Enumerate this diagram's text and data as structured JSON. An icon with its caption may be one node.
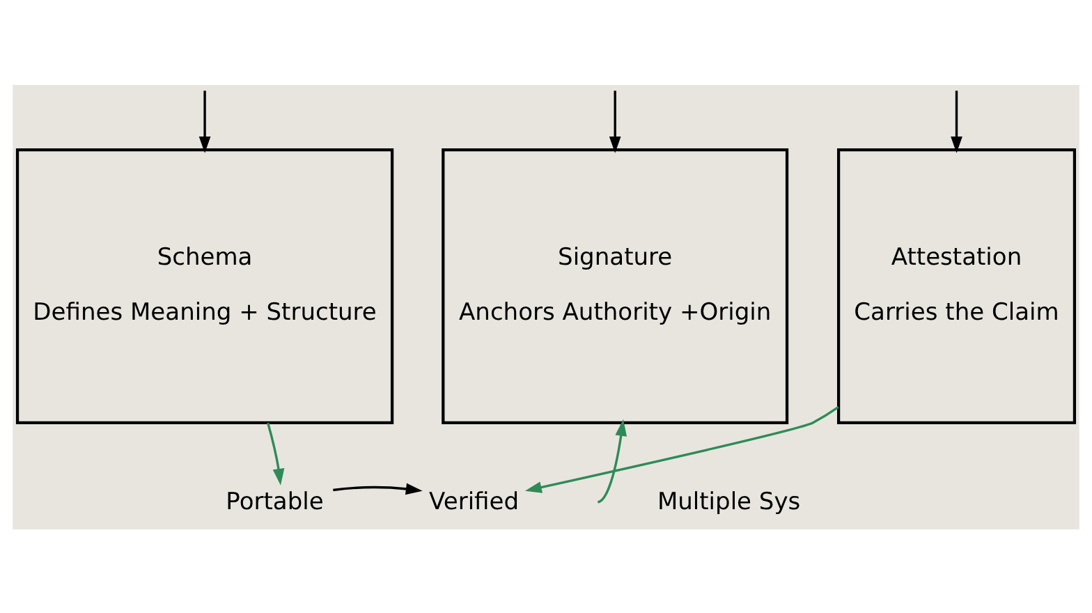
{
  "diagram": {
    "nodes": [
      {
        "text": [
          "Schema",
          "Defines Meaning + Structure"
        ]
      },
      {
        "text": [
          "Signature",
          "Anchors Authority +Origin"
        ]
      },
      {
        "text": [
          "Attestation",
          "Carries the Claim"
        ]
      },
      {
        "text": [
          "Portable"
        ]
      },
      {
        "text": [
          "Verified"
        ]
      },
      {
        "text": [
          "Multiple Sys"
        ]
      }
    ],
    "edges": [
      {
        "from": null,
        "to": 0,
        "arrow": "to"
      },
      {
        "from": null,
        "to": 1,
        "arrow": "to",
        "color": "#2e8b57"
      },
      {
        "from": null,
        "to": 2,
        "arrow": "to"
      },
      {
        "from": 0,
        "to": 3,
        "arrow": "to",
        "color": "#2e8b57"
      },
      {
        "from": null,
        "to": 1,
        "arrow": "to"
      },
      {
        "from": 2,
        "to": 4,
        "arrow": "to",
        "color": "#2e8b57"
      },
      {
        "from": 3,
        "to": 4,
        "arrow": "to"
      }
    ]
  }
}
